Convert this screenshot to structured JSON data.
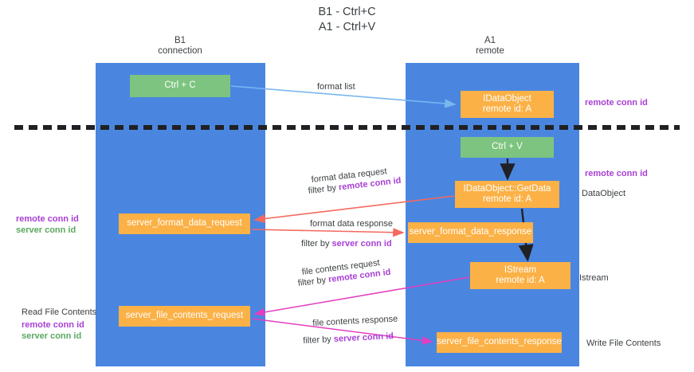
{
  "title": "B1 - Ctrl+C\nA1 - Ctrl+V",
  "lanes": [
    {
      "name": "b1",
      "header": "B1\nconnection",
      "color": "#4a86e0"
    },
    {
      "name": "a1",
      "header": "A1\nremote",
      "color": "#4a86e0"
    }
  ],
  "colors": {
    "lane": "#4a86e0",
    "green_node": "#7cc47f",
    "orange_node": "#fbb146",
    "purple_text": "#a83fd4",
    "green_text": "#5aa85f",
    "dark_text": "#3c4043",
    "blue_arrow": "#7ab6ef",
    "red_arrow": "#f4695f",
    "magenta_arrow": "#e43ec0",
    "black_arrow": "#202124",
    "divider": "#202124"
  },
  "nodes": {
    "ctrl_c": {
      "line1": "Ctrl + C",
      "line2": ""
    },
    "data_object": {
      "line1": "IDataObject",
      "line2": "remote id: A"
    },
    "ctrl_v": {
      "line1": "Ctrl + V",
      "line2": ""
    },
    "get_data": {
      "line1": "IDataObject::GetData",
      "line2": "remote id: A"
    },
    "server_format_data_request": {
      "line1": "server_format_data_request",
      "line2": ""
    },
    "server_format_data_response": {
      "line1": "server_format_data_response",
      "line2": ""
    },
    "istream": {
      "line1": "IStream",
      "line2": "remote id: A"
    },
    "server_file_contents_request": {
      "line1": "server_file_contents_request",
      "line2": ""
    },
    "server_file_contents_response": {
      "line1": "server_file_contents_response",
      "line2": ""
    }
  },
  "annotations": {
    "format_list": "format list",
    "remote_conn_id_1": "remote conn id",
    "remote_conn_id_2": "remote conn id",
    "data_object_label": "DataObject",
    "istream_label": "Istream",
    "write_file_contents": "Write File Contents",
    "read_file_contents": "Read File Contents",
    "left_remote_conn_id": "remote conn id",
    "left_server_conn_id": "server conn id",
    "left_remote_conn_id_2": "remote conn id",
    "left_server_conn_id_2": "server conn id",
    "format_data_request": "format data request",
    "filter_by": "filter by ",
    "filter_remote_conn_id": "remote conn id",
    "format_data_response": "format data response",
    "filter_server_conn_id": "server conn id",
    "file_contents_request": "file contents request",
    "filter_remote_conn_id_2": "remote conn id",
    "file_contents_response": "file contents response",
    "filter_server_conn_id_2": "server conn id"
  }
}
